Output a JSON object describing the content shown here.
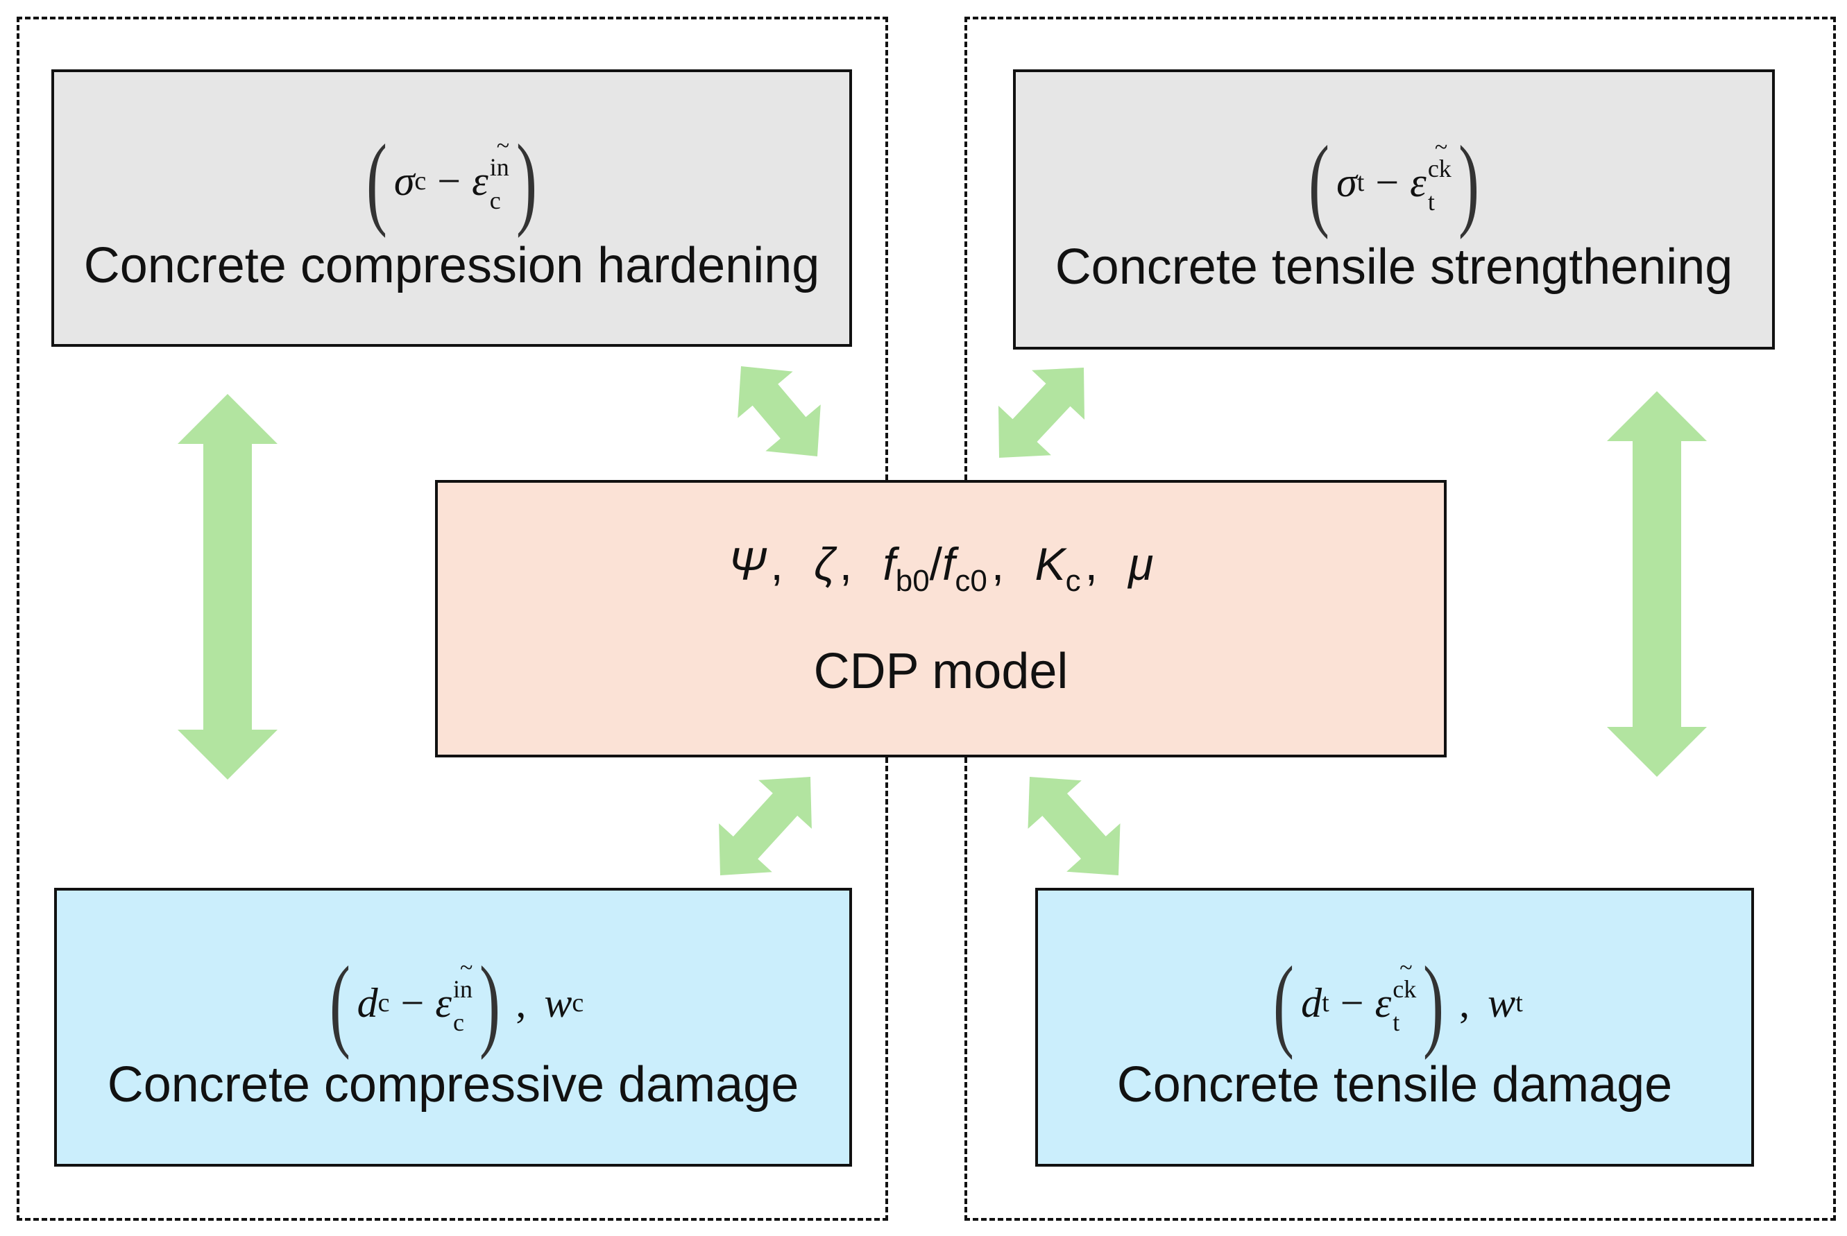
{
  "diagram": {
    "colors": {
      "arrow": "#b2e4a0",
      "gray_box": "#e6e6e6",
      "blue_box": "#cbeefc",
      "peach_box": "#fbe2d6",
      "border": "#111111"
    },
    "compression_hardening": {
      "label": "Concrete compression hardening",
      "formula": {
        "sigma": "σ",
        "sigma_sub": "c",
        "minus": "−",
        "epsilon": "ε",
        "tilde": "~",
        "eps_sup": "in",
        "eps_sub": "c"
      }
    },
    "tensile_strengthening": {
      "label": "Concrete tensile strengthening",
      "formula": {
        "sigma": "σ",
        "sigma_sub": "t",
        "minus": "−",
        "epsilon": "ε",
        "tilde": "~",
        "eps_sup": "ck",
        "eps_sub": "t"
      }
    },
    "cdp_model": {
      "label": "CDP model",
      "params": {
        "psi": "Ψ",
        "zeta": "ζ",
        "fb": "f",
        "fb_sub": "b0",
        "slash": "/",
        "fc": "f",
        "fc_sub": "c0",
        "k": "K",
        "k_sub": "c",
        "mu": "μ",
        "sep": ","
      }
    },
    "compressive_damage": {
      "label": "Concrete compressive damage",
      "formula": {
        "d": "d",
        "d_sub": "c",
        "minus": "−",
        "epsilon": "ε",
        "tilde": "~",
        "eps_sup": "in",
        "eps_sub": "c",
        "comma": ",",
        "w": "w",
        "w_sub": "c"
      }
    },
    "tensile_damage": {
      "label": "Concrete tensile damage",
      "formula": {
        "d": "d",
        "d_sub": "t",
        "minus": "−",
        "epsilon": "ε",
        "tilde": "~",
        "eps_sup": "ck",
        "eps_sub": "t",
        "comma": ",",
        "w": "w",
        "w_sub": "t"
      }
    }
  }
}
